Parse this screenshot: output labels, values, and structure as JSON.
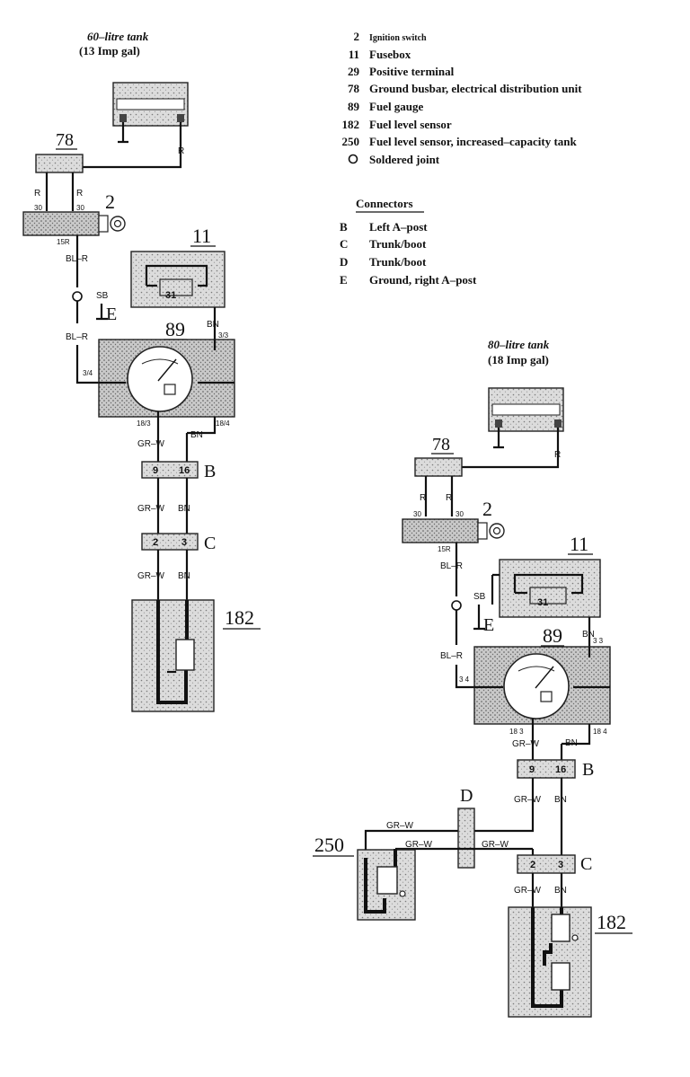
{
  "tank_60": {
    "title_line1": "60–litre tank",
    "title_line2": "(13 Imp gal)"
  },
  "tank_80": {
    "title_line1": "80–litre tank",
    "title_line2": "(18 Imp gal)"
  },
  "legend": {
    "items": [
      {
        "num": "2",
        "text": "Ignition switch"
      },
      {
        "num": "11",
        "text": "Fusebox"
      },
      {
        "num": "29",
        "text": "Positive terminal"
      },
      {
        "num": "78",
        "text": "Ground busbar, electrical distribution unit"
      },
      {
        "num": "89",
        "text": "Fuel gauge"
      },
      {
        "num": "182",
        "text": "Fuel level sensor"
      },
      {
        "num": "250",
        "text": "Fuel level sensor, increased–capacity tank"
      }
    ],
    "joint_text": "Soldered joint"
  },
  "connectors": {
    "title": "Connectors",
    "items": [
      {
        "letter": "B",
        "text": "Left A–post"
      },
      {
        "letter": "C",
        "text": "Trunk/boot"
      },
      {
        "letter": "D",
        "text": "Trunk/boot"
      },
      {
        "letter": "E",
        "text": "Ground, right A–post"
      }
    ]
  },
  "components": {
    "c2": "2",
    "c11": "11",
    "c78": "78",
    "c89": "89",
    "c182": "182",
    "c250": "250",
    "B": "B",
    "C": "C",
    "D": "D",
    "E": "E",
    "fuse31": "31"
  },
  "wires": {
    "R": "R",
    "BL_R": "BL–R",
    "BN": "BN",
    "GR_W": "GR–W",
    "SB": "SB"
  },
  "pins": {
    "p30": "30",
    "p15R": "15R",
    "left_3_3": "3/3",
    "left_3_4": "3/4",
    "left_18_3": "18/3",
    "left_18_4": "18/4",
    "right_3_3": "3 3",
    "right_3_4": "3 4",
    "right_18_3": "18 3",
    "right_18_4": "18 4",
    "b9": "9",
    "b16": "16",
    "c2": "2",
    "c3": "3"
  }
}
